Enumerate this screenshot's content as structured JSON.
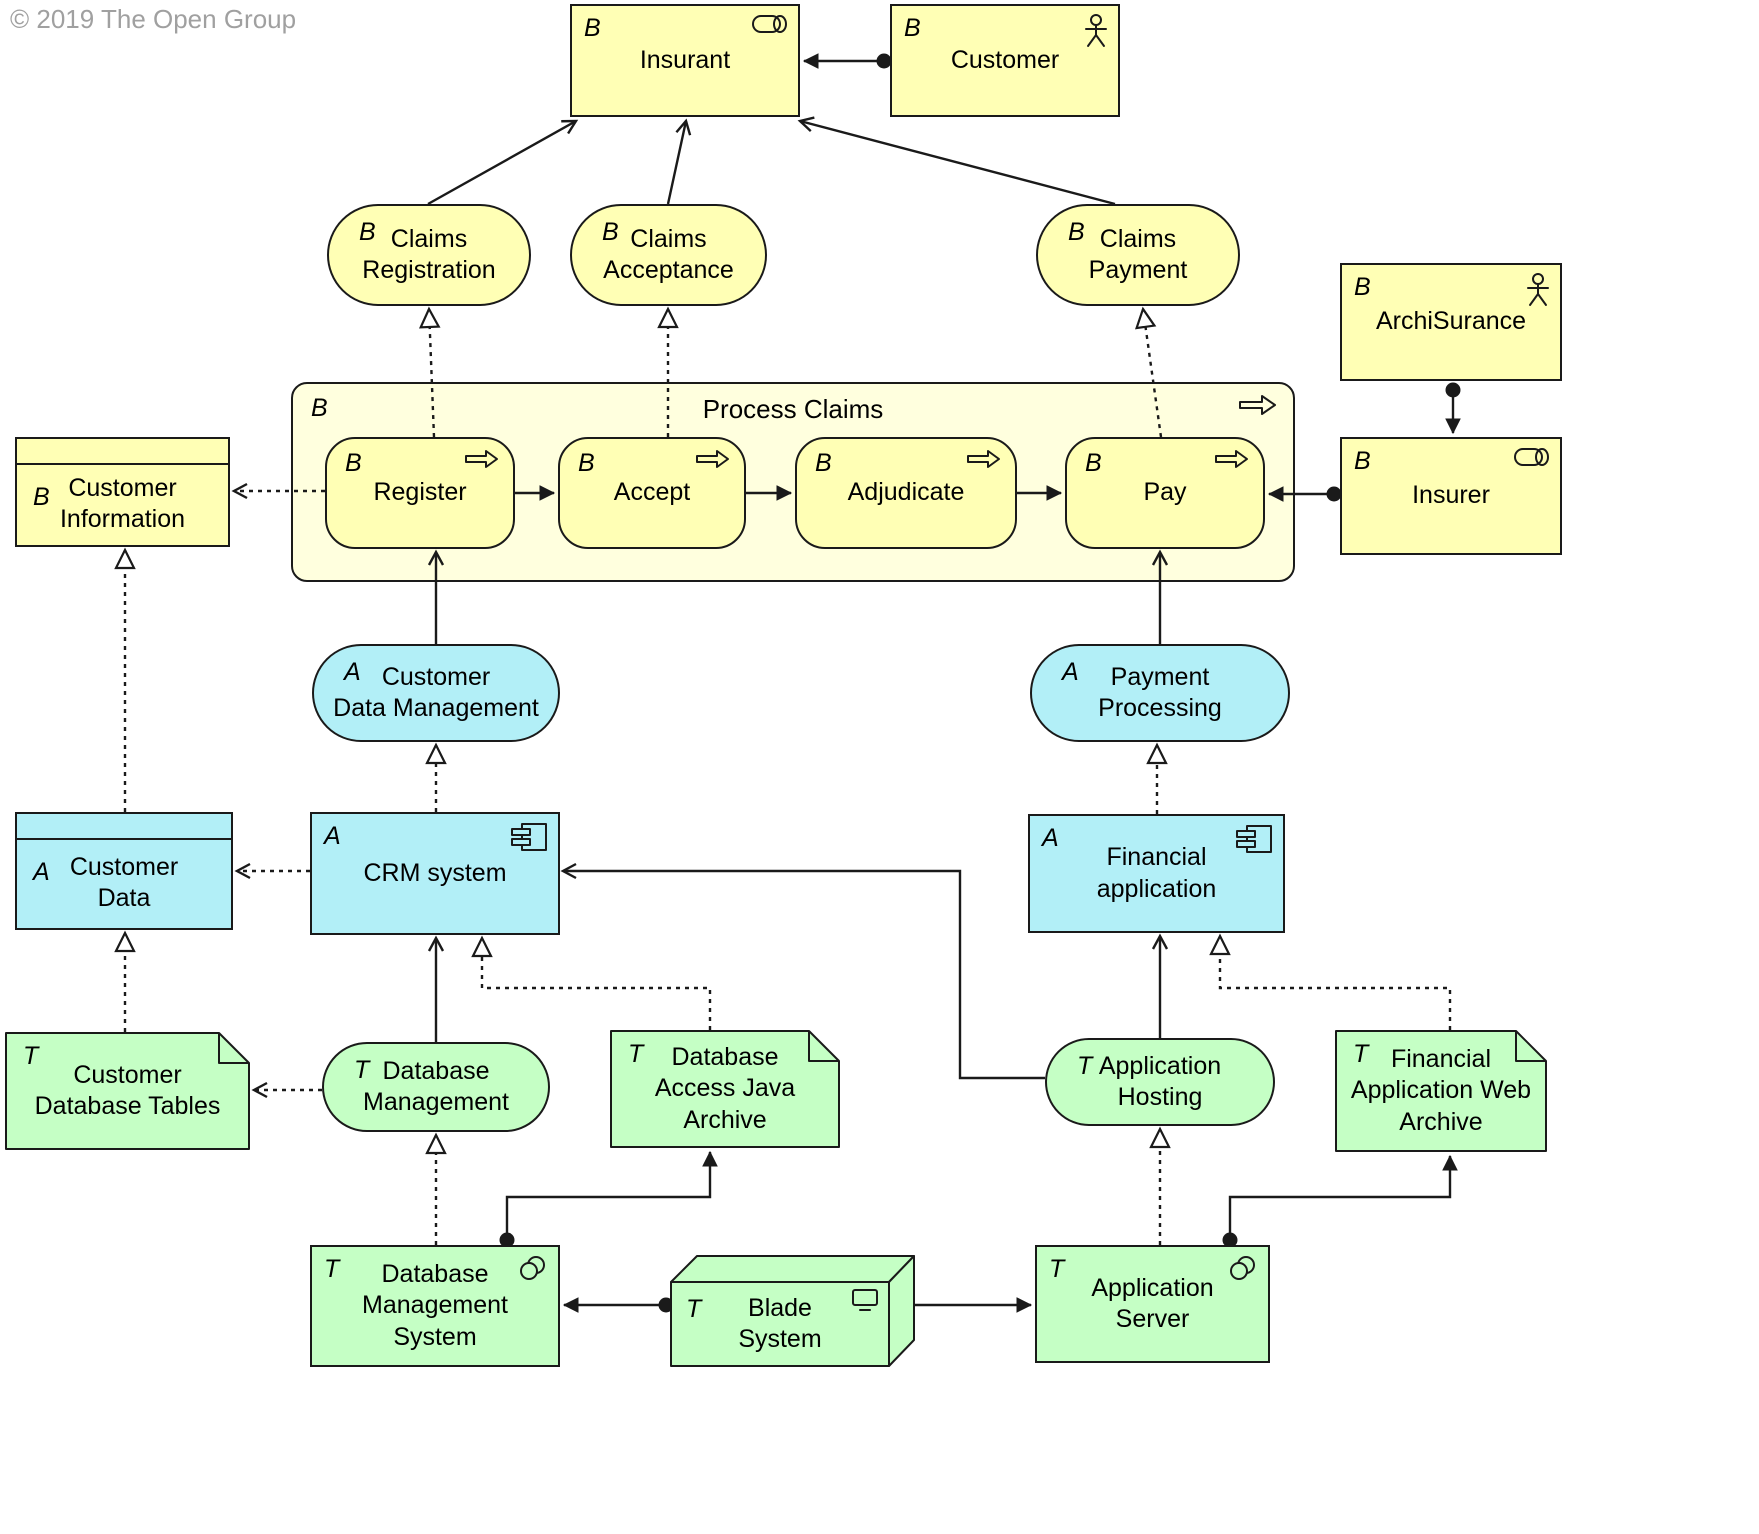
{
  "copyright": "© 2019 The Open Group",
  "colors": {
    "business": "#FFFFB5",
    "business_light": "#FFFFDE",
    "application": "#B2EFF7",
    "technology": "#C5FFC5",
    "line": "#1A1A1A",
    "copyright_text": "#A0A0A0"
  },
  "nodes": {
    "insurant": {
      "letter": "B",
      "label": "Insurant",
      "icon": "role-icon"
    },
    "customer": {
      "letter": "B",
      "label": "Customer",
      "icon": "actor-icon"
    },
    "claims_registration": {
      "letter": "B",
      "label": "Claims\nRegistration"
    },
    "claims_acceptance": {
      "letter": "B",
      "label": "Claims\nAcceptance"
    },
    "claims_payment": {
      "letter": "B",
      "label": "Claims\nPayment"
    },
    "archisurance": {
      "letter": "B",
      "label": "ArchiSurance",
      "icon": "actor-icon"
    },
    "process_claims": {
      "letter": "B",
      "label": "Process Claims",
      "icon": "process-icon"
    },
    "register": {
      "letter": "B",
      "label": "Register",
      "icon": "process-icon"
    },
    "accept": {
      "letter": "B",
      "label": "Accept",
      "icon": "process-icon"
    },
    "adjudicate": {
      "letter": "B",
      "label": "Adjudicate",
      "icon": "process-icon"
    },
    "pay": {
      "letter": "B",
      "label": "Pay",
      "icon": "process-icon"
    },
    "customer_information": {
      "letter": "B",
      "label": "Customer\nInformation",
      "icon": "business-object-band"
    },
    "insurer": {
      "letter": "B",
      "label": "Insurer",
      "icon": "role-icon"
    },
    "customer_data_management": {
      "letter": "A",
      "label": "Customer\nData Management"
    },
    "payment_processing": {
      "letter": "A",
      "label": "Payment\nProcessing"
    },
    "customer_data": {
      "letter": "A",
      "label": "Customer\nData",
      "icon": "data-object-band"
    },
    "crm_system": {
      "letter": "A",
      "label": "CRM system",
      "icon": "component-icon"
    },
    "financial_application": {
      "letter": "A",
      "label": "Financial\napplication",
      "icon": "component-icon"
    },
    "customer_database_tables": {
      "letter": "T",
      "label": "Customer\nDatabase Tables",
      "icon": "folded-corner"
    },
    "database_management": {
      "letter": "T",
      "label": "Database\nManagement"
    },
    "database_access_java_archive": {
      "letter": "T",
      "label": "Database\nAccess Java\nArchive",
      "icon": "folded-corner"
    },
    "application_hosting": {
      "letter": "T",
      "label": "Application\nHosting"
    },
    "financial_application_web_archive": {
      "letter": "T",
      "label": "Financial\nApplication Web\nArchive",
      "icon": "folded-corner"
    },
    "database_management_system": {
      "letter": "T",
      "label": "Database\nManagement\nSystem",
      "icon": "system-software-icon"
    },
    "blade_system": {
      "letter": "T",
      "label": "Blade\nSystem",
      "icon": "device-icon"
    },
    "application_server": {
      "letter": "T",
      "label": "Application\nServer",
      "icon": "system-software-icon"
    }
  },
  "relationships": [
    {
      "type": "serving",
      "source": "Claims Registration",
      "target": "Insurant"
    },
    {
      "type": "serving",
      "source": "Claims Acceptance",
      "target": "Insurant"
    },
    {
      "type": "serving",
      "source": "Claims Payment",
      "target": "Insurant"
    },
    {
      "type": "assignment",
      "source": "Customer",
      "target": "Insurant"
    },
    {
      "type": "realization",
      "source": "Register",
      "target": "Claims Registration"
    },
    {
      "type": "realization",
      "source": "Accept",
      "target": "Claims Acceptance"
    },
    {
      "type": "realization",
      "source": "Pay",
      "target": "Claims Payment"
    },
    {
      "type": "triggering",
      "source": "Register",
      "target": "Accept"
    },
    {
      "type": "triggering",
      "source": "Accept",
      "target": "Adjudicate"
    },
    {
      "type": "triggering",
      "source": "Adjudicate",
      "target": "Pay"
    },
    {
      "type": "access",
      "source": "Register",
      "target": "Customer Information"
    },
    {
      "type": "assignment",
      "source": "ArchiSurance",
      "target": "Insurer"
    },
    {
      "type": "assignment",
      "source": "Insurer",
      "target": "Pay"
    },
    {
      "type": "serving",
      "source": "Customer Data Management",
      "target": "Register"
    },
    {
      "type": "serving",
      "source": "Payment Processing",
      "target": "Pay"
    },
    {
      "type": "realization",
      "source": "CRM system",
      "target": "Customer Data Management"
    },
    {
      "type": "realization",
      "source": "Financial application",
      "target": "Payment Processing"
    },
    {
      "type": "access",
      "source": "CRM system",
      "target": "Customer Data"
    },
    {
      "type": "realization",
      "source": "Customer Data",
      "target": "Customer Information"
    },
    {
      "type": "realization",
      "source": "Customer Database Tables",
      "target": "Customer Data"
    },
    {
      "type": "serving",
      "source": "Database Management",
      "target": "CRM system"
    },
    {
      "type": "access",
      "source": "Database Management",
      "target": "Customer Database Tables"
    },
    {
      "type": "realization",
      "source": "Database Access Java Archive",
      "target": "CRM system"
    },
    {
      "type": "serving",
      "source": "Application Hosting",
      "target": "CRM system"
    },
    {
      "type": "serving",
      "source": "Application Hosting",
      "target": "Financial application"
    },
    {
      "type": "realization",
      "source": "Financial Application Web Archive",
      "target": "Financial application"
    },
    {
      "type": "realization",
      "source": "Database Management System",
      "target": "Database Management"
    },
    {
      "type": "realization",
      "source": "Application Server",
      "target": "Application Hosting"
    },
    {
      "type": "assignment",
      "source": "Database Management System",
      "target": "Database Access Java Archive"
    },
    {
      "type": "assignment",
      "source": "Application Server",
      "target": "Financial Application Web Archive"
    },
    {
      "type": "assignment",
      "source": "Blade System",
      "target": "Database Management System"
    },
    {
      "type": "assignment",
      "source": "Blade System",
      "target": "Application Server"
    }
  ]
}
